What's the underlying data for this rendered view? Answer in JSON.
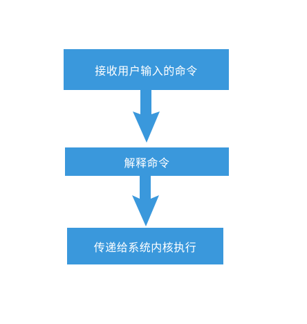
{
  "diagram": {
    "steps": [
      {
        "label": "接收用户输入的命令"
      },
      {
        "label": "解释命令"
      },
      {
        "label": "传递给系统内核执行"
      }
    ],
    "box_color": "#3a98dc",
    "arrow_color": "#3a98dc"
  }
}
